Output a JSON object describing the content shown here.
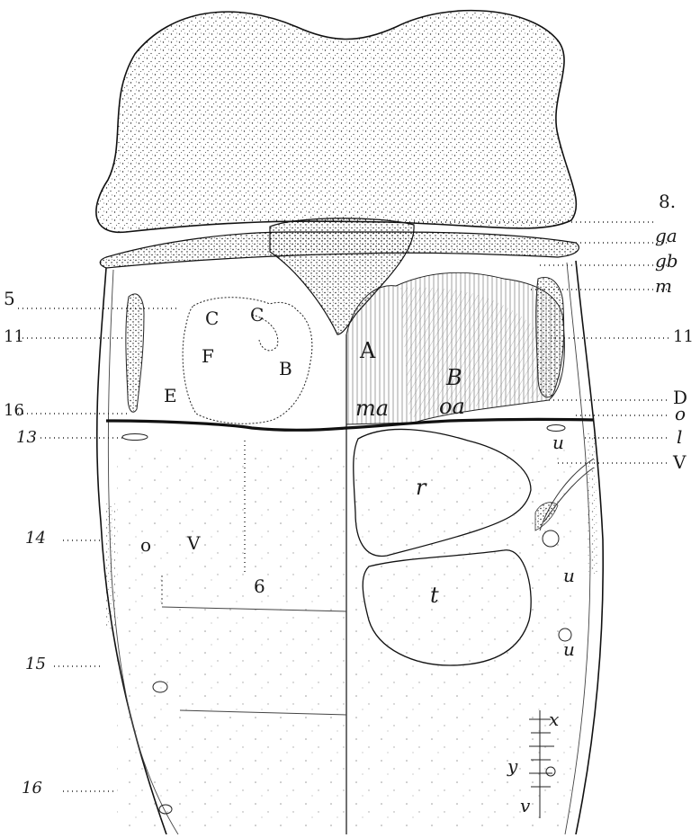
{
  "figure": {
    "labels": {
      "n8": "8.",
      "ga": "ga",
      "gb": "gb",
      "m": "m",
      "n5": "5",
      "n11_left": "11",
      "n11_right": "11",
      "n16": "16",
      "D": "D",
      "o_right": "o",
      "l": "l",
      "V_right": "V",
      "n13": "13",
      "n14": "14",
      "n15": "15",
      "n16_lower": "16",
      "C1": "C",
      "C2": "C",
      "F": "F",
      "B_left": "B",
      "E": "E",
      "A": "A",
      "ma": "ma",
      "B_right": "B",
      "oa": "oa",
      "u1": "u",
      "u2": "u",
      "u3": "u",
      "r": "r",
      "t": "t",
      "o_v": "o",
      "V_center": "V",
      "n6": "6",
      "x": "x",
      "y": "y",
      "v": "v"
    }
  }
}
